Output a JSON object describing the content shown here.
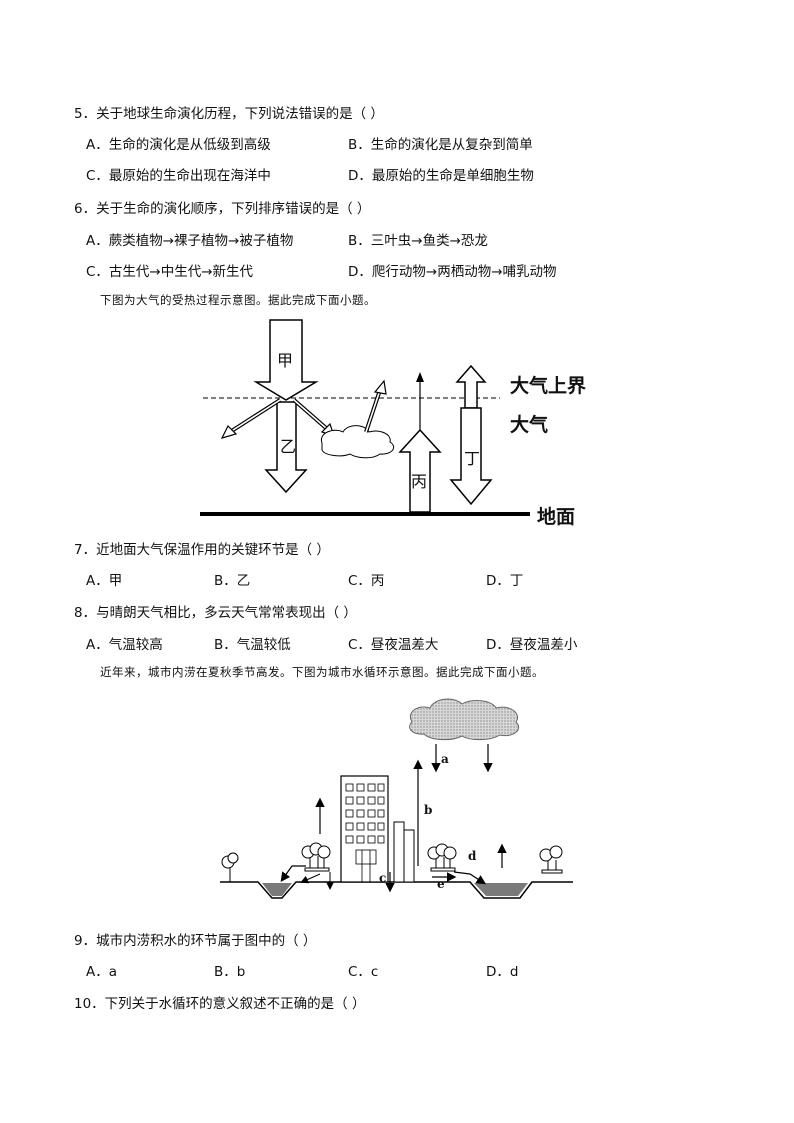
{
  "q5": {
    "stem": "5．关于地球生命演化历程，下列说法错误的是（ ）",
    "A": "A．生命的演化是从低级到高级",
    "B": "B．生命的演化是从复杂到简单",
    "C": "C．最原始的生命出现在海洋中",
    "D": "D．最原始的生命是单细胞生物"
  },
  "q6": {
    "stem": "6．关于生命的演化顺序，下列排序错误的是（ ）",
    "A": "A．蕨类植物→裸子植物→被子植物",
    "B": "B．三叶虫→鱼类→恐龙",
    "C": "C．古生代→中生代→新生代",
    "D": "D．爬行动物→两栖动物→哺乳动物"
  },
  "intro1": "下图为大气的受热过程示意图。据此完成下面小题。",
  "diagram1": {
    "jia": "甲",
    "yi": "乙",
    "bing": "丙",
    "ding": "丁",
    "top_boundary": "大气上界",
    "atmosphere": "大气",
    "ground": "地面"
  },
  "q7": {
    "stem": "7．近地面大气保温作用的关键环节是（ ）",
    "A": "A．甲",
    "B": "B．乙",
    "C": "C．丙",
    "D": "D．丁"
  },
  "q8": {
    "stem": "8．与晴朗天气相比，多云天气常常表现出（ ）",
    "A": "A．气温较高",
    "B": "B．气温较低",
    "C": "C．昼夜温差大",
    "D": "D．昼夜温差小"
  },
  "intro2": "近年来，城市内涝在夏秋季节高发。下图为城市水循环示意图。据此完成下面小题。",
  "diagram2": {
    "a": "a",
    "b": "b",
    "c": "c",
    "d": "d",
    "e": "e"
  },
  "q9": {
    "stem": "9．城市内涝积水的环节属于图中的（ ）",
    "A": "A．a",
    "B": "B．b",
    "C": "C．c",
    "D": "D．d"
  },
  "q10": {
    "stem": "10．下列关于水循环的意义叙述不正确的是（ ）"
  }
}
